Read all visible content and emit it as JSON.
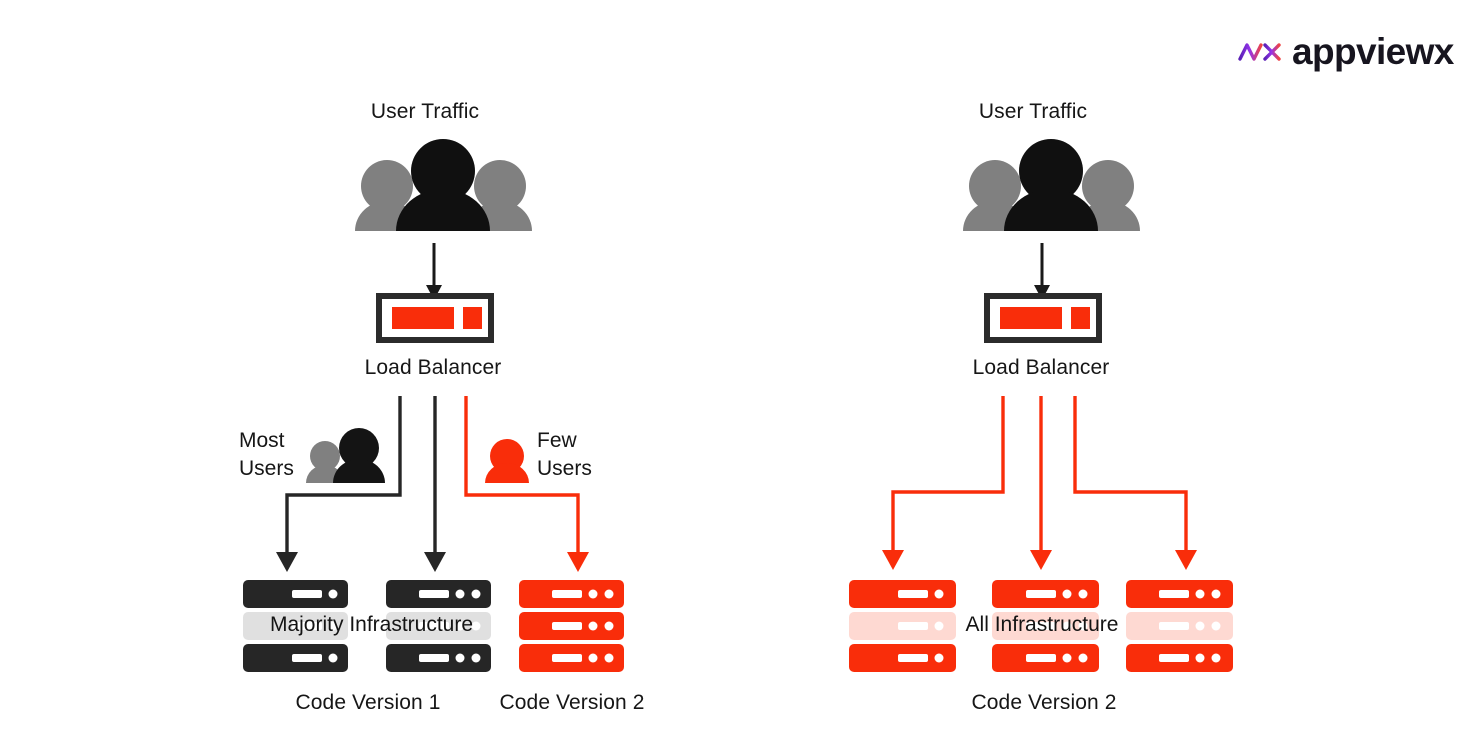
{
  "brand": {
    "name": "appviewx",
    "mark": "appviewx-wave-logo",
    "gradient_start": "#5b21b6",
    "gradient_mid": "#9333ea",
    "gradient_end": "#ef4444"
  },
  "colors": {
    "red": "#f92d0a",
    "black": "#262626",
    "dark_text": "#161616",
    "gray_user": "#808080",
    "dark_user": "#1a1a1a",
    "background": "#ffffff"
  },
  "diagram": {
    "type": "canary-vs-full-deployment",
    "panels": [
      {
        "id": "canary-release",
        "top_label": "User Traffic",
        "users_icon": "user-group-icon",
        "load_balancer_label": "Load Balancer",
        "load_balancer_icon": "load-balancer-icon",
        "branches": [
          {
            "id": "most-users",
            "label_line1": "Most",
            "label_line2": "Users",
            "icon": "two-users-icon",
            "color": "#262626"
          },
          {
            "id": "middle",
            "label_line1": "",
            "label_line2": "",
            "icon": "",
            "color": "#262626"
          },
          {
            "id": "few-users",
            "label_line1": "Few",
            "label_line2": "Users",
            "icon": "single-user-icon",
            "color": "#f92d0a"
          }
        ],
        "infrastructure_overlay": "Majority Infrastructure",
        "racks": [
          {
            "id": "rack-v1-left",
            "color": "#262626",
            "dots": 1,
            "version_label": "Code Version 1"
          },
          {
            "id": "rack-v1-middle",
            "color": "#262626",
            "dots": 2,
            "version_label": ""
          },
          {
            "id": "rack-v2-right",
            "color": "#f92d0a",
            "dots": 2,
            "version_label": "Code Version 2"
          }
        ],
        "version_labels": [
          "Code Version 1",
          "Code Version 2"
        ]
      },
      {
        "id": "full-rollout",
        "top_label": "User Traffic",
        "users_icon": "user-group-icon",
        "load_balancer_label": "Load Balancer",
        "load_balancer_icon": "load-balancer-icon",
        "branches": [
          {
            "id": "left",
            "label_line1": "",
            "label_line2": "",
            "icon": "",
            "color": "#f92d0a"
          },
          {
            "id": "middle",
            "label_line1": "",
            "label_line2": "",
            "icon": "",
            "color": "#f92d0a"
          },
          {
            "id": "right",
            "label_line1": "",
            "label_line2": "",
            "icon": "",
            "color": "#f92d0a"
          }
        ],
        "infrastructure_overlay": "All Infrastructure",
        "racks": [
          {
            "id": "rack-all-left",
            "color": "#f92d0a",
            "dots": 1,
            "version_label": ""
          },
          {
            "id": "rack-all-middle",
            "color": "#f92d0a",
            "dots": 2,
            "version_label": ""
          },
          {
            "id": "rack-all-right",
            "color": "#f92d0a",
            "dots": 2,
            "version_label": ""
          }
        ],
        "version_labels": [
          "Code Version 2"
        ]
      }
    ]
  },
  "text": {
    "user_traffic_left": "User Traffic",
    "user_traffic_right": "User Traffic",
    "load_balancer_left": "Load Balancer",
    "load_balancer_right": "Load Balancer",
    "most": "Most",
    "users_most": "Users",
    "few": "Few",
    "users_few": "Users",
    "majority_infrastructure": "Majority Infrastructure",
    "all_infrastructure": "All Infrastructure",
    "code_version_1": "Code Version 1",
    "code_version_2_left": "Code Version 2",
    "code_version_2_right": "Code Version 2"
  }
}
